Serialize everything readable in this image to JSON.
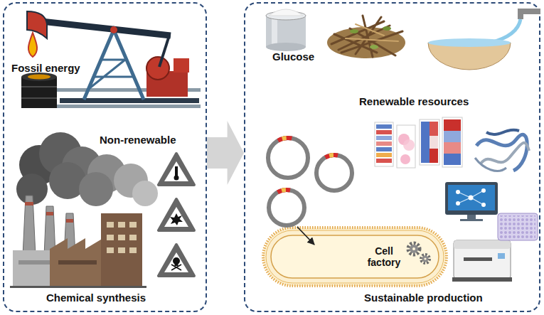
{
  "diagram": {
    "nodes": [
      {
        "text": [
          "Fossil energy",
          "Non-renewable",
          "Chemical synthesis"
        ]
      },
      {
        "text": [
          "Glucose",
          "Renewable resources",
          "Sustainable production"
        ]
      },
      {
        "text": [
          "Cell factory"
        ],
        "in": 1
      }
    ],
    "edges": [
      {
        "from": 0,
        "to": 1,
        "arrow": "to"
      }
    ]
  }
}
